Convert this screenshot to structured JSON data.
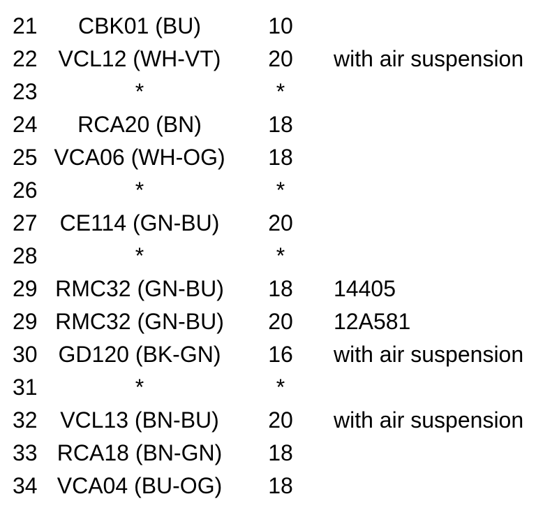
{
  "document": {
    "type": "connector-pin-table",
    "colors": {
      "text": "#000000",
      "background": "#ffffff"
    },
    "table": {
      "rows": [
        {
          "pin": "21",
          "circuit": "CBK01 (BU)",
          "gauge": "10",
          "note": ""
        },
        {
          "pin": "22",
          "circuit": "VCL12 (WH-VT)",
          "gauge": "20",
          "note": "with air suspension"
        },
        {
          "pin": "23",
          "circuit": "*",
          "gauge": "*",
          "note": ""
        },
        {
          "pin": "24",
          "circuit": "RCA20 (BN)",
          "gauge": "18",
          "note": ""
        },
        {
          "pin": "25",
          "circuit": "VCA06 (WH-OG)",
          "gauge": "18",
          "note": ""
        },
        {
          "pin": "26",
          "circuit": "*",
          "gauge": "*",
          "note": ""
        },
        {
          "pin": "27",
          "circuit": "CE114 (GN-BU)",
          "gauge": "20",
          "note": ""
        },
        {
          "pin": "28",
          "circuit": "*",
          "gauge": "*",
          "note": ""
        },
        {
          "pin": "29",
          "circuit": "RMC32 (GN-BU)",
          "gauge": "18",
          "note": "14405"
        },
        {
          "pin": "29",
          "circuit": "RMC32 (GN-BU)",
          "gauge": "20",
          "note": "12A581"
        },
        {
          "pin": "30",
          "circuit": "GD120 (BK-GN)",
          "gauge": "16",
          "note": "with air suspension"
        },
        {
          "pin": "31",
          "circuit": "*",
          "gauge": "*",
          "note": ""
        },
        {
          "pin": "32",
          "circuit": "VCL13 (BN-BU)",
          "gauge": "20",
          "note": "with air suspension"
        },
        {
          "pin": "33",
          "circuit": "RCA18 (BN-GN)",
          "gauge": "18",
          "note": ""
        },
        {
          "pin": "34",
          "circuit": "VCA04 (BU-OG)",
          "gauge": "18",
          "note": ""
        }
      ]
    }
  }
}
